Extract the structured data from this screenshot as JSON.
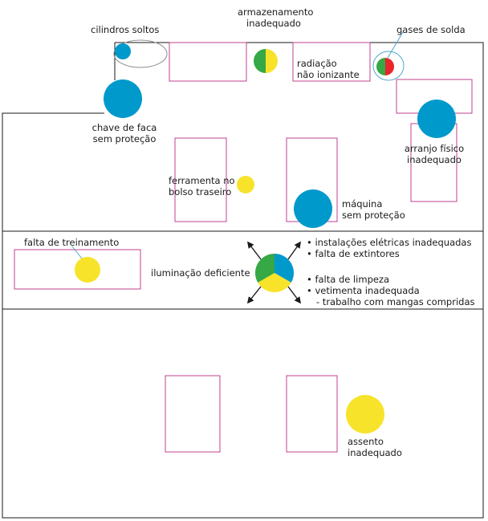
{
  "colors": {
    "blue": "#0099cc",
    "yellow": "#f7e32a",
    "green": "#36a845",
    "red": "#e8262b",
    "machine_outline": "#c2408e",
    "wall": "#1a1a1a",
    "highlight_ring_gray": "#8c8c8c",
    "highlight_ring_blue": "#4aa8cf"
  },
  "labels": {
    "cilindros": "cilindros soltos",
    "armazenamento_l1": "armazenamento",
    "armazenamento_l2": "inadequado",
    "gases": "gases de solda",
    "radiacao_l1": "radiação",
    "radiacao_l2": "não ionizante",
    "chave_l1": "chave de faca",
    "chave_l2": "sem proteção",
    "arranjo_l1": "arranjo físico",
    "arranjo_l2": "inadequado",
    "ferramenta_l1": "ferramenta no",
    "ferramenta_l2": "bolso traseiro",
    "maquina_l1": "máquina",
    "maquina_l2": "sem proteção",
    "treinamento": "falta de treinamento",
    "iluminacao": "iluminação deficiente",
    "instalacoes": "• instalações elétricas inadequadas",
    "extintores": "• falta de extintores",
    "limpeza": "• falta de limpeza",
    "vestimenta": "• vetimenta inadequada",
    "mangas": "- trabalho com mangas compridas",
    "assento_l1": "assento",
    "assento_l2": "inadequado"
  },
  "legend_icons": {
    "general_risks_circle": "pie-blue-yellow-green-icon",
    "arrows": "arrow-icon"
  }
}
